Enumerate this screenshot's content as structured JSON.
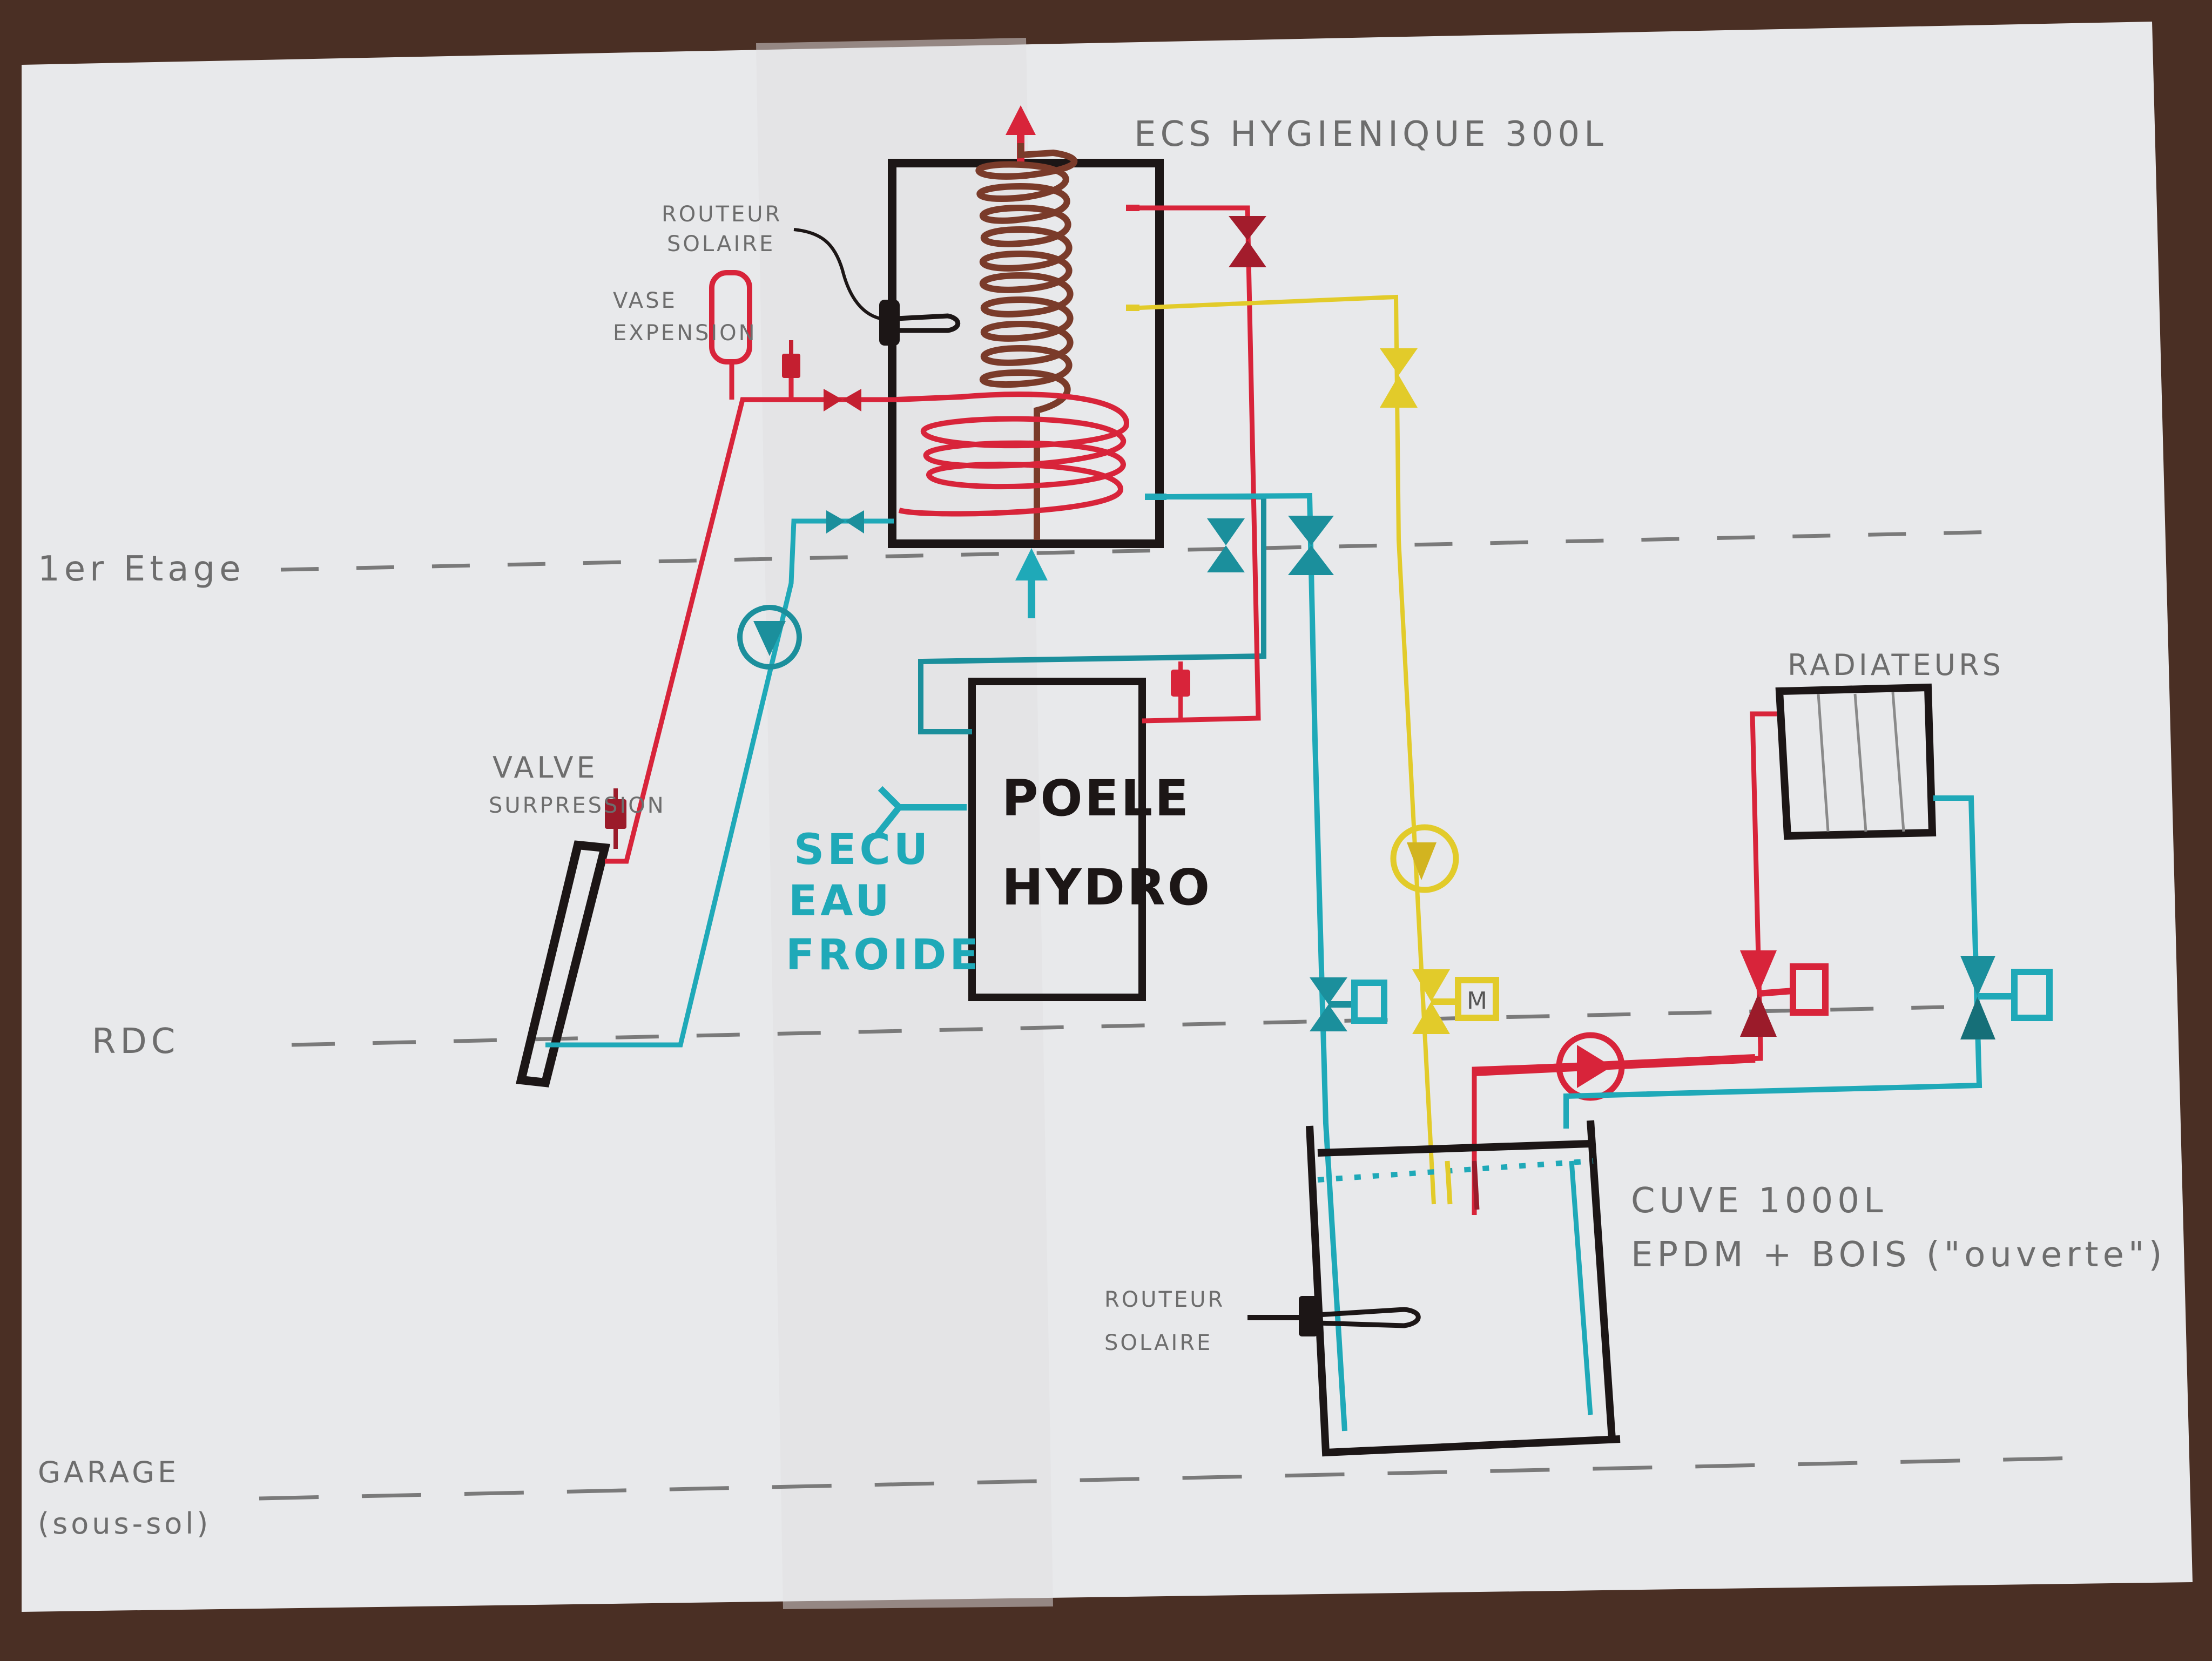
{
  "title": "Schéma hydraulique chauffage / ECS (croquis manuscrit)",
  "colors": {
    "paper": "#e9eaec",
    "background": "#4a2f24",
    "hot_red": "#d8243a",
    "dark_red": "#9b1b2a",
    "cold_blue": "#1fa9b8",
    "solar_yellow": "#e2cb2a",
    "coil_brown": "#7a3b2a",
    "outline_black": "#1c1616",
    "pencil_grey": "#6d6d6d"
  },
  "levels": [
    {
      "id": "etage",
      "label": "1er Etage"
    },
    {
      "id": "rdc",
      "label": "RDC"
    },
    {
      "id": "garage",
      "label_line1": "GARAGE",
      "label_line2": "(sous-sol)"
    }
  ],
  "components": {
    "ecs_tank": {
      "label": "ECS HYGIENIQUE 300L"
    },
    "routeur_top": {
      "label_line1": "ROUTEUR",
      "label_line2": "SOLAIRE"
    },
    "vase_expansion": {
      "label_line1": "VASE",
      "label_line2": "EXPENSION"
    },
    "valve_surpression": {
      "label_line1": "VALVE",
      "label_line2": "SURPRESSION"
    },
    "poele": {
      "label_line1": "POELE",
      "label_line2": "HYDRO"
    },
    "secu_eau_froide": {
      "label_line1": "SECU",
      "label_line2": "EAU",
      "label_line3": "FROIDE"
    },
    "radiateurs": {
      "label": "RADIATEURS"
    },
    "cuve": {
      "label_line1": "CUVE 1000L",
      "label_line2": "EPDM + BOIS (\"ouverte\")"
    },
    "routeur_bottom": {
      "label_line1": "ROUTEUR",
      "label_line2": "SOLAIRE"
    },
    "motor_valve_label": "M"
  }
}
